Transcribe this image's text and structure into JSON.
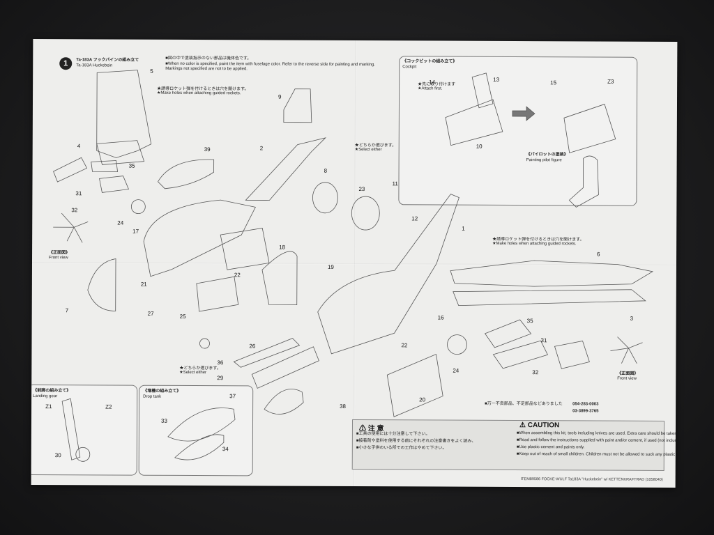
{
  "header": {
    "step": "1",
    "title_jp": "Ta-183A フックバインの組み立て",
    "title_en": "Ta-183A Huckebein",
    "note_jp": "■図の中で塗装指示のない部品は機体色です。",
    "note_en_1": "■When no color is specified, paint the item with fuselage color. Refer to the reverse side for painting and marking.",
    "note_en_2": "Markings not specified are not to be applied."
  },
  "cockpit": {
    "title_jp": "《コックピットの組み立て》",
    "title_en": "Cockpit",
    "attach_jp": "★先に取り付けます",
    "attach_en": "★Attach first.",
    "pilot_jp": "《パイロットの塗装》",
    "pilot_en": "Painting pilot figure"
  },
  "landing_gear": {
    "title_jp": "《前脚の組み立て》",
    "title_en": "Landing gear"
  },
  "drop_tank": {
    "title_jp": "《増槽の組み立て》",
    "title_en": "Drop tank"
  },
  "notes": {
    "rocket_jp": "★誘導ロケット弾を付けるときは穴を開けます。",
    "rocket_en": "★Make holes when attaching guided rockets.",
    "select_jp": "★どちらか選びます。",
    "select_en": "★Select either",
    "front_view_jp": "《正面図》",
    "front_view_en": "Front view"
  },
  "parts": {
    "n5": "5",
    "n9": "9",
    "n39": "39",
    "n2": "2",
    "n4": "4",
    "n35": "35",
    "n31": "31",
    "n32": "32",
    "n24": "24",
    "n17": "17",
    "n7": "7",
    "n21": "21",
    "n27": "27",
    "n25": "25",
    "n18": "18",
    "n22a": "22",
    "n19": "19",
    "n8": "8",
    "n23": "23",
    "n11": "11",
    "n12": "12",
    "n1": "1",
    "n6": "6",
    "n3": "3",
    "n16": "16",
    "n22b": "22",
    "n24b": "24",
    "n35b": "35",
    "n31b": "31",
    "n32b": "32",
    "n26": "26",
    "n36": "36",
    "n29": "29",
    "n20": "20",
    "n38": "38",
    "n14": "14",
    "n13": "13",
    "n10": "10",
    "n15": "15",
    "nZ3": "Z3",
    "nZ1": "Z1",
    "nZ2": "Z2",
    "n30": "30",
    "n33": "33",
    "n34": "34",
    "n37": "37"
  },
  "contact": {
    "note_jp": "■万一不良部品、不足部品などありました",
    "phone_1": "054-283-0003",
    "phone_2": "03-3899-3765"
  },
  "caution": {
    "title_jp": "⚠ 注 意",
    "title_en": "⚠ CAUTION",
    "jp_1": "■工具の使用には十分注意して下さい。",
    "jp_2": "■接着剤や塗料を使用する前にそれぞれの注意書きをよく読み、",
    "jp_3": "■小さな子供のいる所での工作はやめて下さい。",
    "en_1": "■When assembling this kit, tools including knives are used. Extra care should be taken to avoid personal injury.",
    "en_2": "■Read and follow the instructions supplied with paint and/or cement, if used (not included in kit).",
    "en_3": "■Use plastic cement and paints only.",
    "en_4": "■Keep out of reach of small children. Children must not be allowed to suck any plastic bags."
  },
  "footer": {
    "item": "ITEM89586  FOCKE-WULF Ta183A \"Huckebein\" w/ KETTENKRAFTRAD (1058040)"
  }
}
